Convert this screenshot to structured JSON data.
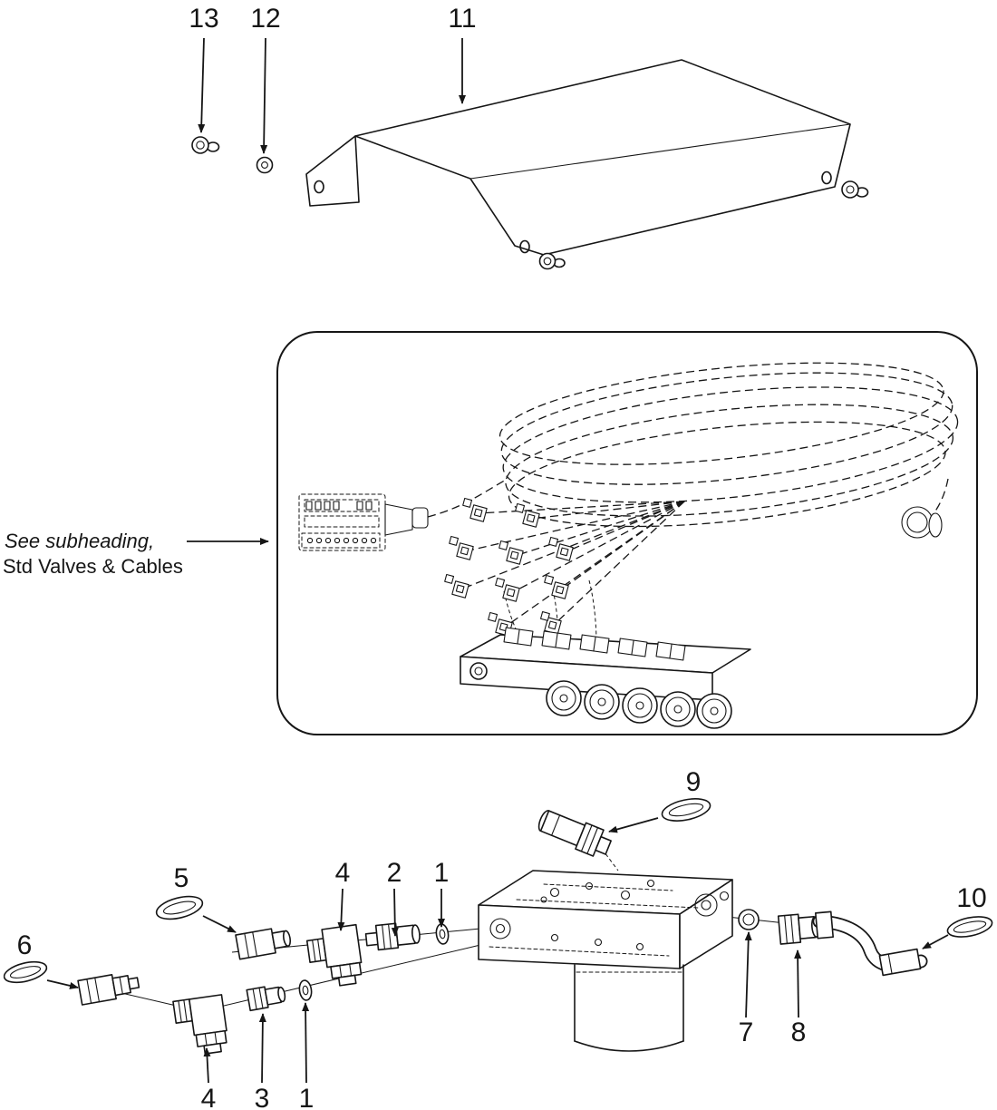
{
  "colors": {
    "ink": "#161616",
    "background": "#ffffff"
  },
  "note": {
    "line1": "See subheading,",
    "line2": "Std Valves & Cables"
  },
  "callouts": {
    "top": {
      "c13": "13",
      "c12": "12",
      "c11": "11"
    },
    "bottom": {
      "c9": "9",
      "c5": "5",
      "c4_upper": "4",
      "c2": "2",
      "c1_upper": "1",
      "c6": "6",
      "c10": "10",
      "c7": "7",
      "c8": "8",
      "c4_lower": "4",
      "c3": "3",
      "c1_lower": "1"
    }
  }
}
